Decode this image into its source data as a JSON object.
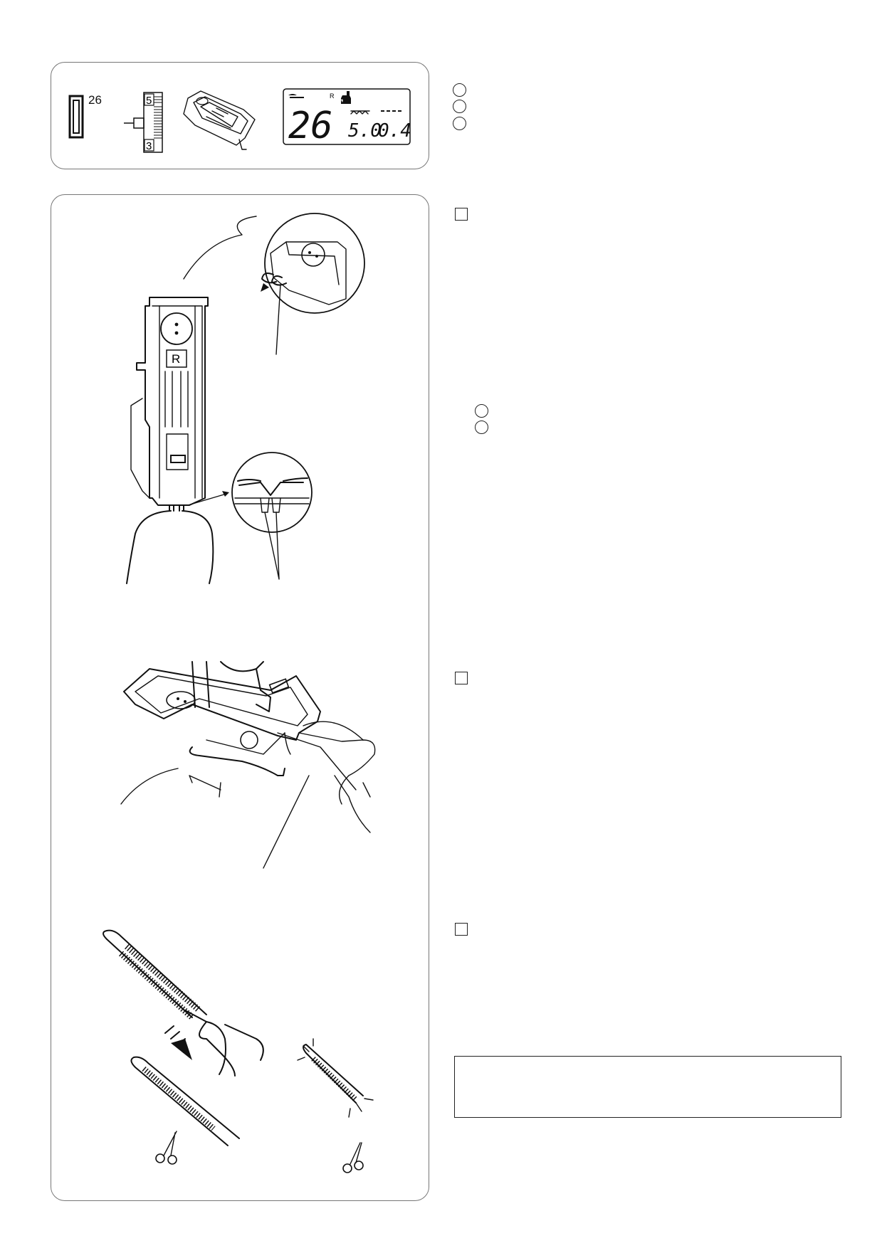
{
  "settings": {
    "pattern_number": "26",
    "foot_marker": "R",
    "lcd_pattern": "26",
    "lcd_width": "5.0",
    "lcd_length": "0.4",
    "dial_top": "5",
    "dial_bottom": "3"
  },
  "figure_a": {
    "foot_letter": "R"
  },
  "settings_markers": [
    "",
    "",
    ""
  ],
  "step_markers": [
    "",
    "",
    ""
  ],
  "sub_markers": [
    "",
    ""
  ],
  "note": {
    "text": ""
  }
}
